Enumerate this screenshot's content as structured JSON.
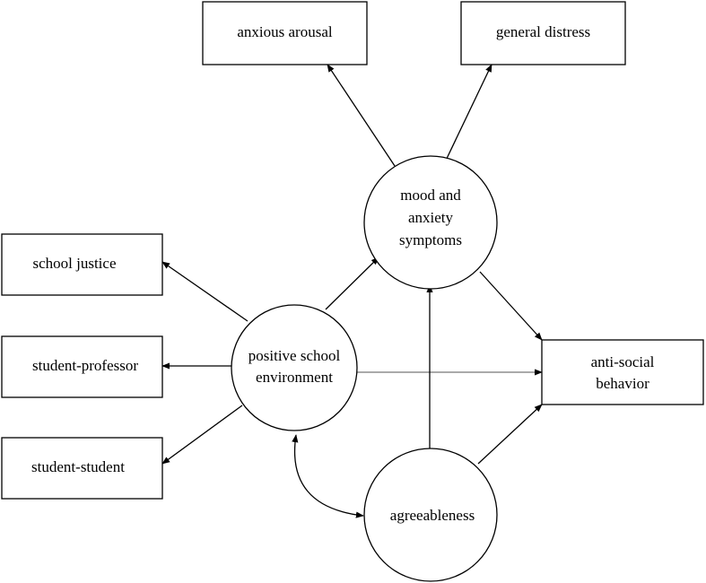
{
  "nodes": {
    "anxious_arousal": {
      "label": "anxious arousal"
    },
    "general_distress": {
      "label": "general distress"
    },
    "mood_anxiety": {
      "lines": [
        "mood and",
        "anxiety",
        "symptoms"
      ]
    },
    "school_justice": {
      "label": "school justice"
    },
    "student_professor": {
      "label": "student-professor"
    },
    "student_student": {
      "label": "student-student"
    },
    "positive_school_env": {
      "lines": [
        "positive school",
        "environment"
      ]
    },
    "anti_social": {
      "lines": [
        "anti-social",
        "behavior"
      ]
    },
    "agreeableness": {
      "label": "agreeableness"
    }
  }
}
